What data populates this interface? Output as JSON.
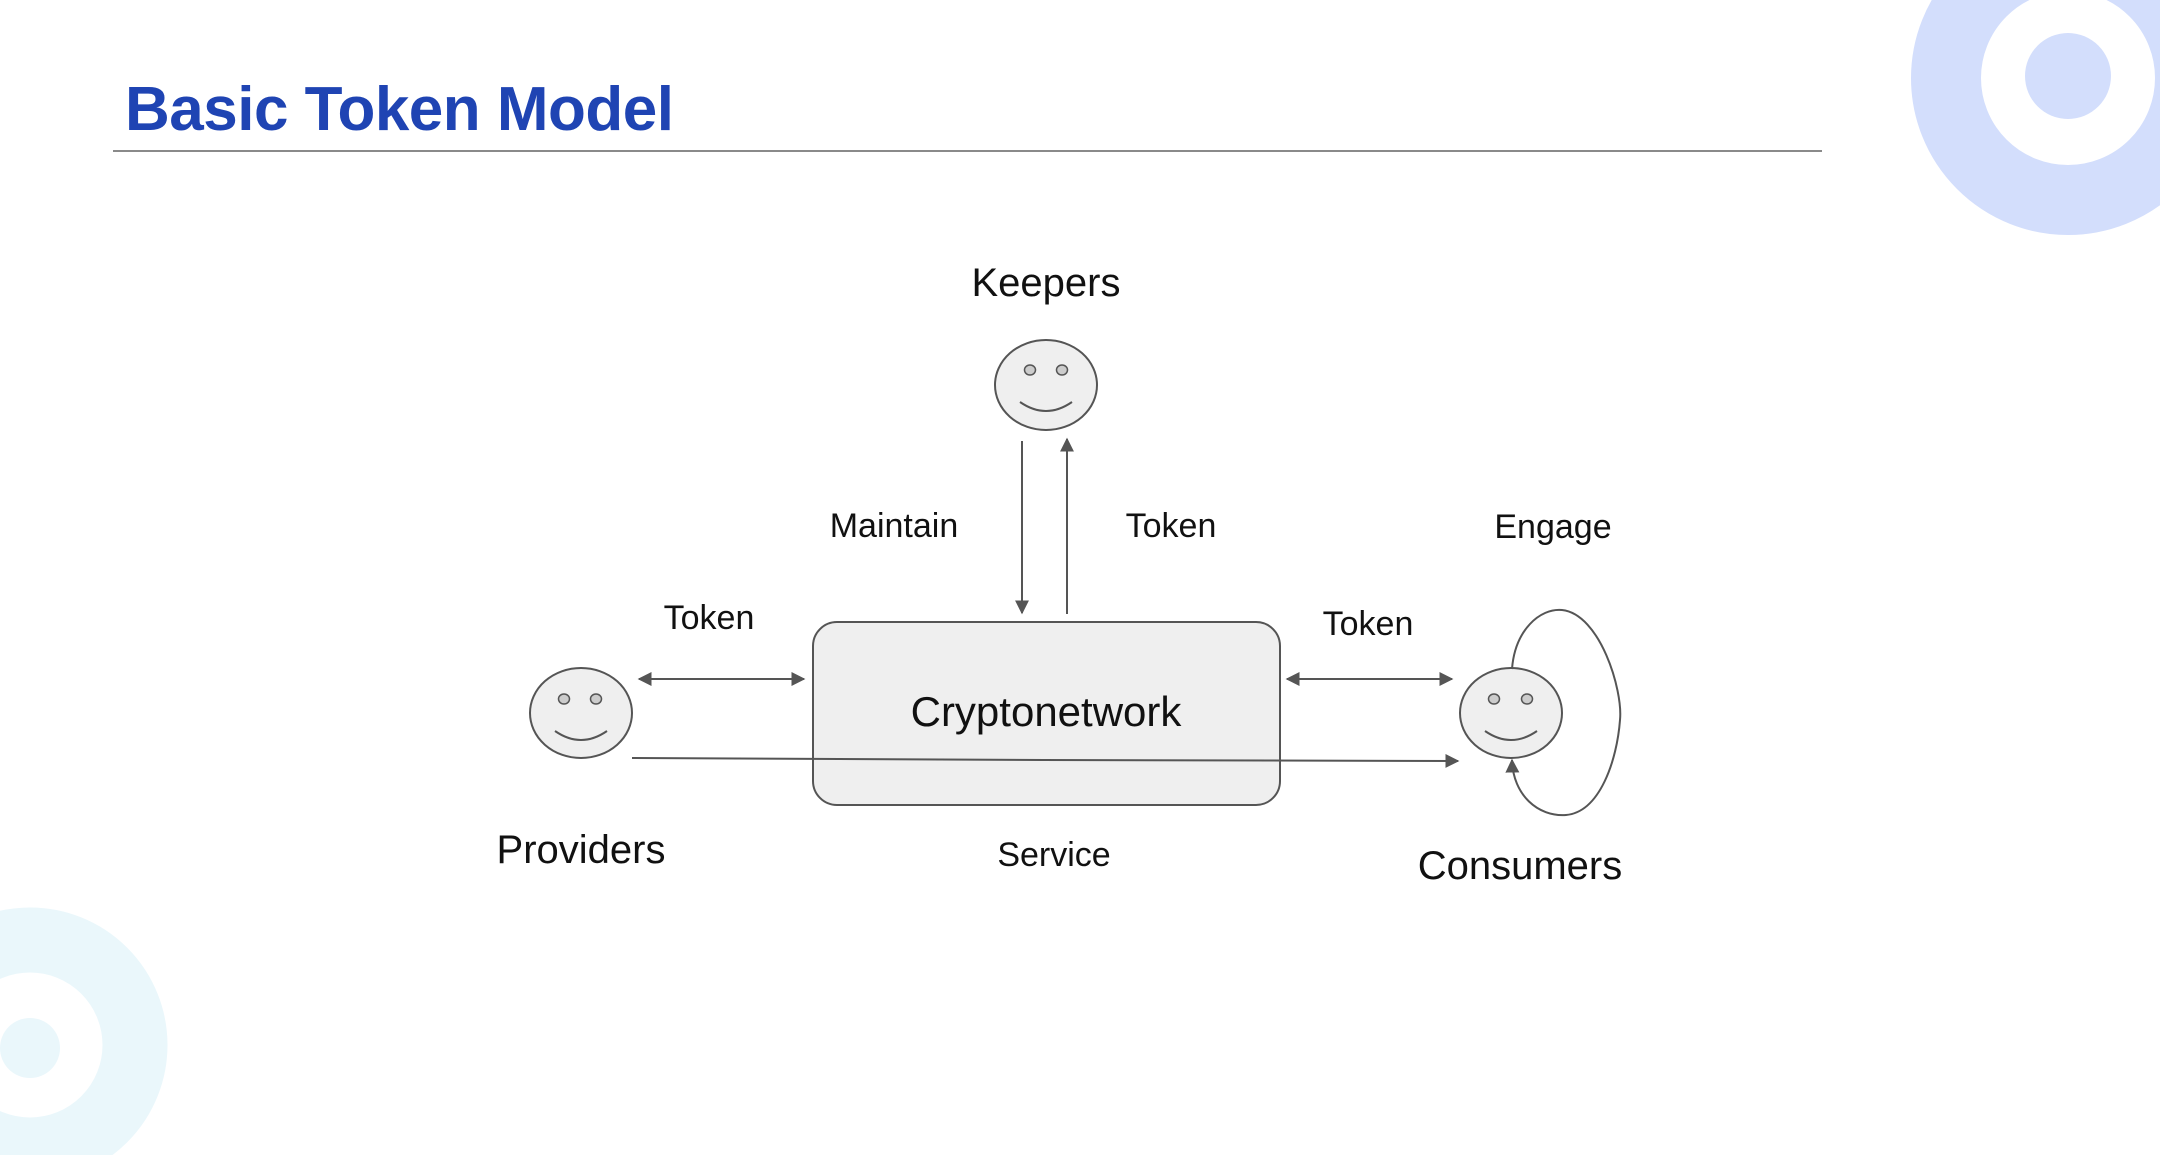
{
  "slide": {
    "title": "Basic Token Model"
  },
  "diagram": {
    "center_node": "Cryptonetwork",
    "nodes": {
      "keepers": "Keepers",
      "providers": "Providers",
      "consumers": "Consumers"
    },
    "edge_labels": {
      "maintain": "Maintain",
      "keepers_token": "Token",
      "providers_token": "Token",
      "consumers_token": "Token",
      "engage": "Engage",
      "service": "Service"
    }
  },
  "colors": {
    "title": "#1f44b3",
    "box_fill": "#efefef",
    "stroke": "#555555",
    "decor_blue": "#d3defc",
    "decor_cyan": "#eaf7fb"
  }
}
